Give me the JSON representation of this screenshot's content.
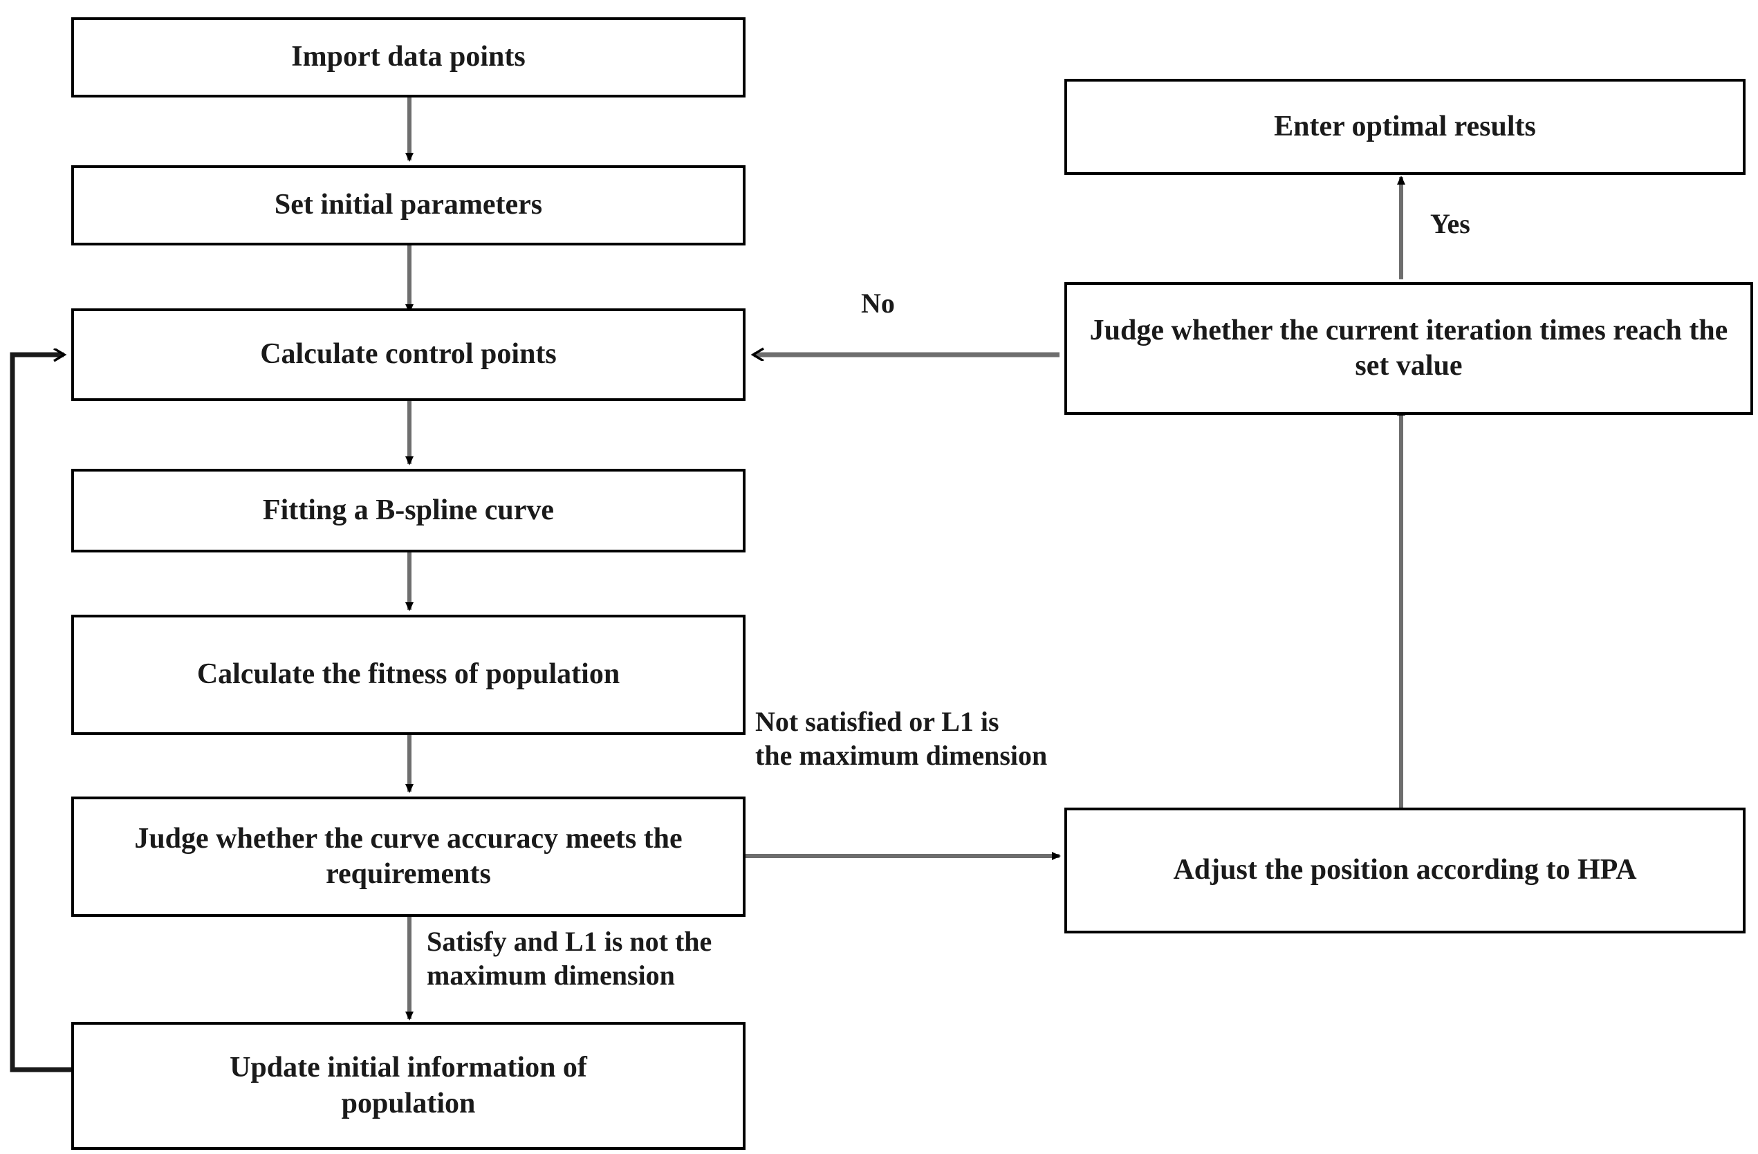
{
  "diagram": {
    "title": "B-spline curve fitting optimization flowchart",
    "background_color": "#ffffff",
    "box_border_color": "#000000",
    "arrow_color": "#6e6e6e",
    "arrowhead_color": "#000000",
    "text_color": "#1a1a1a",
    "nodes": [
      {
        "id": "import-data-points",
        "label": "Import data points"
      },
      {
        "id": "set-initial-parameters",
        "label": "Set initial parameters"
      },
      {
        "id": "calculate-control-points",
        "label": "Calculate control points"
      },
      {
        "id": "fitting-b-spline-curve",
        "label": "Fitting a B-spline curve"
      },
      {
        "id": "calculate-fitness",
        "label": "Calculate the fitness of population"
      },
      {
        "id": "judge-curve-accuracy",
        "label": "Judge whether the curve accuracy meets the requirements"
      },
      {
        "id": "update-initial-info",
        "label": "Update initial information of population"
      },
      {
        "id": "enter-optimal-results",
        "label": "Enter optimal results"
      },
      {
        "id": "judge-iteration-times",
        "label": "Judge whether the current iteration times reach the set value"
      },
      {
        "id": "adjust-position-hpa",
        "label": "Adjust the position according to HPA"
      }
    ],
    "edge_labels": [
      {
        "id": "label-no",
        "text": "No"
      },
      {
        "id": "label-yes",
        "text": "Yes"
      },
      {
        "id": "label-not-satisfied",
        "text": "Not satisfied or L1 is\nthe maximum dimension"
      },
      {
        "id": "label-satisfy",
        "text": "Satisfy and L1 is not the\nmaximum dimension"
      }
    ]
  }
}
